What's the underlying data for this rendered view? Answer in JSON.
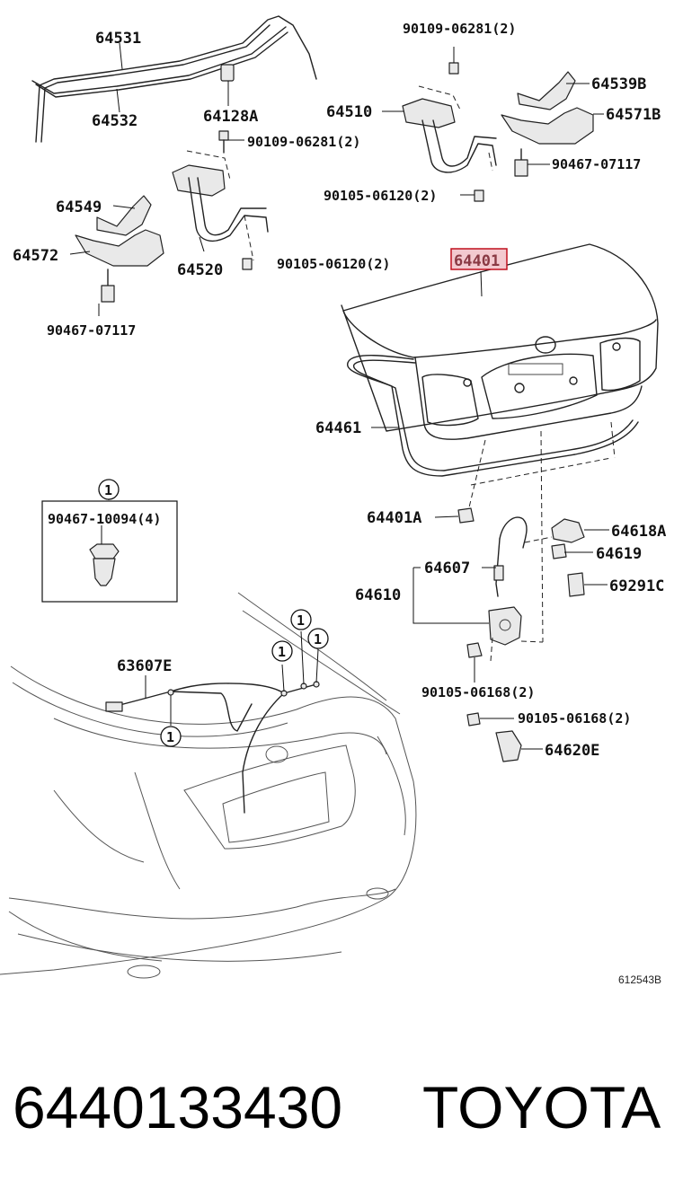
{
  "diagram": {
    "part_labels": {
      "p64531": "64531",
      "p64532": "64532",
      "p64128A": "64128A",
      "p90109_a": "90109-06281(2)",
      "p64549": "64549",
      "p64572": "64572",
      "p64520": "64520",
      "p90105_a": "90105-06120(2)",
      "p90467_a": "90467-07117",
      "p90109_b": "90109-06281(2)",
      "p64510": "64510",
      "p64539B": "64539B",
      "p64571B": "64571B",
      "p90467_b": "90467-07117",
      "p90105_b": "90105-06120(2)",
      "p64401": "64401",
      "p64461": "64461",
      "p64401A": "64401A",
      "p64618A": "64618A",
      "p64619": "64619",
      "p64607": "64607",
      "p64610": "64610",
      "p69291C": "69291C",
      "p63607E": "63607E",
      "p90105_c": "90105-06168(2)",
      "p90105_d": "90105-06168(2)",
      "p64620E": "64620E",
      "p90467_c": "90467-10094(4)"
    },
    "callout_number": "1",
    "highlighted_part": "64401",
    "highlight_color": "#c0101e",
    "diagram_code": "612543B"
  },
  "footer": {
    "part_number": "6440133430",
    "brand": "TOYOTA"
  }
}
